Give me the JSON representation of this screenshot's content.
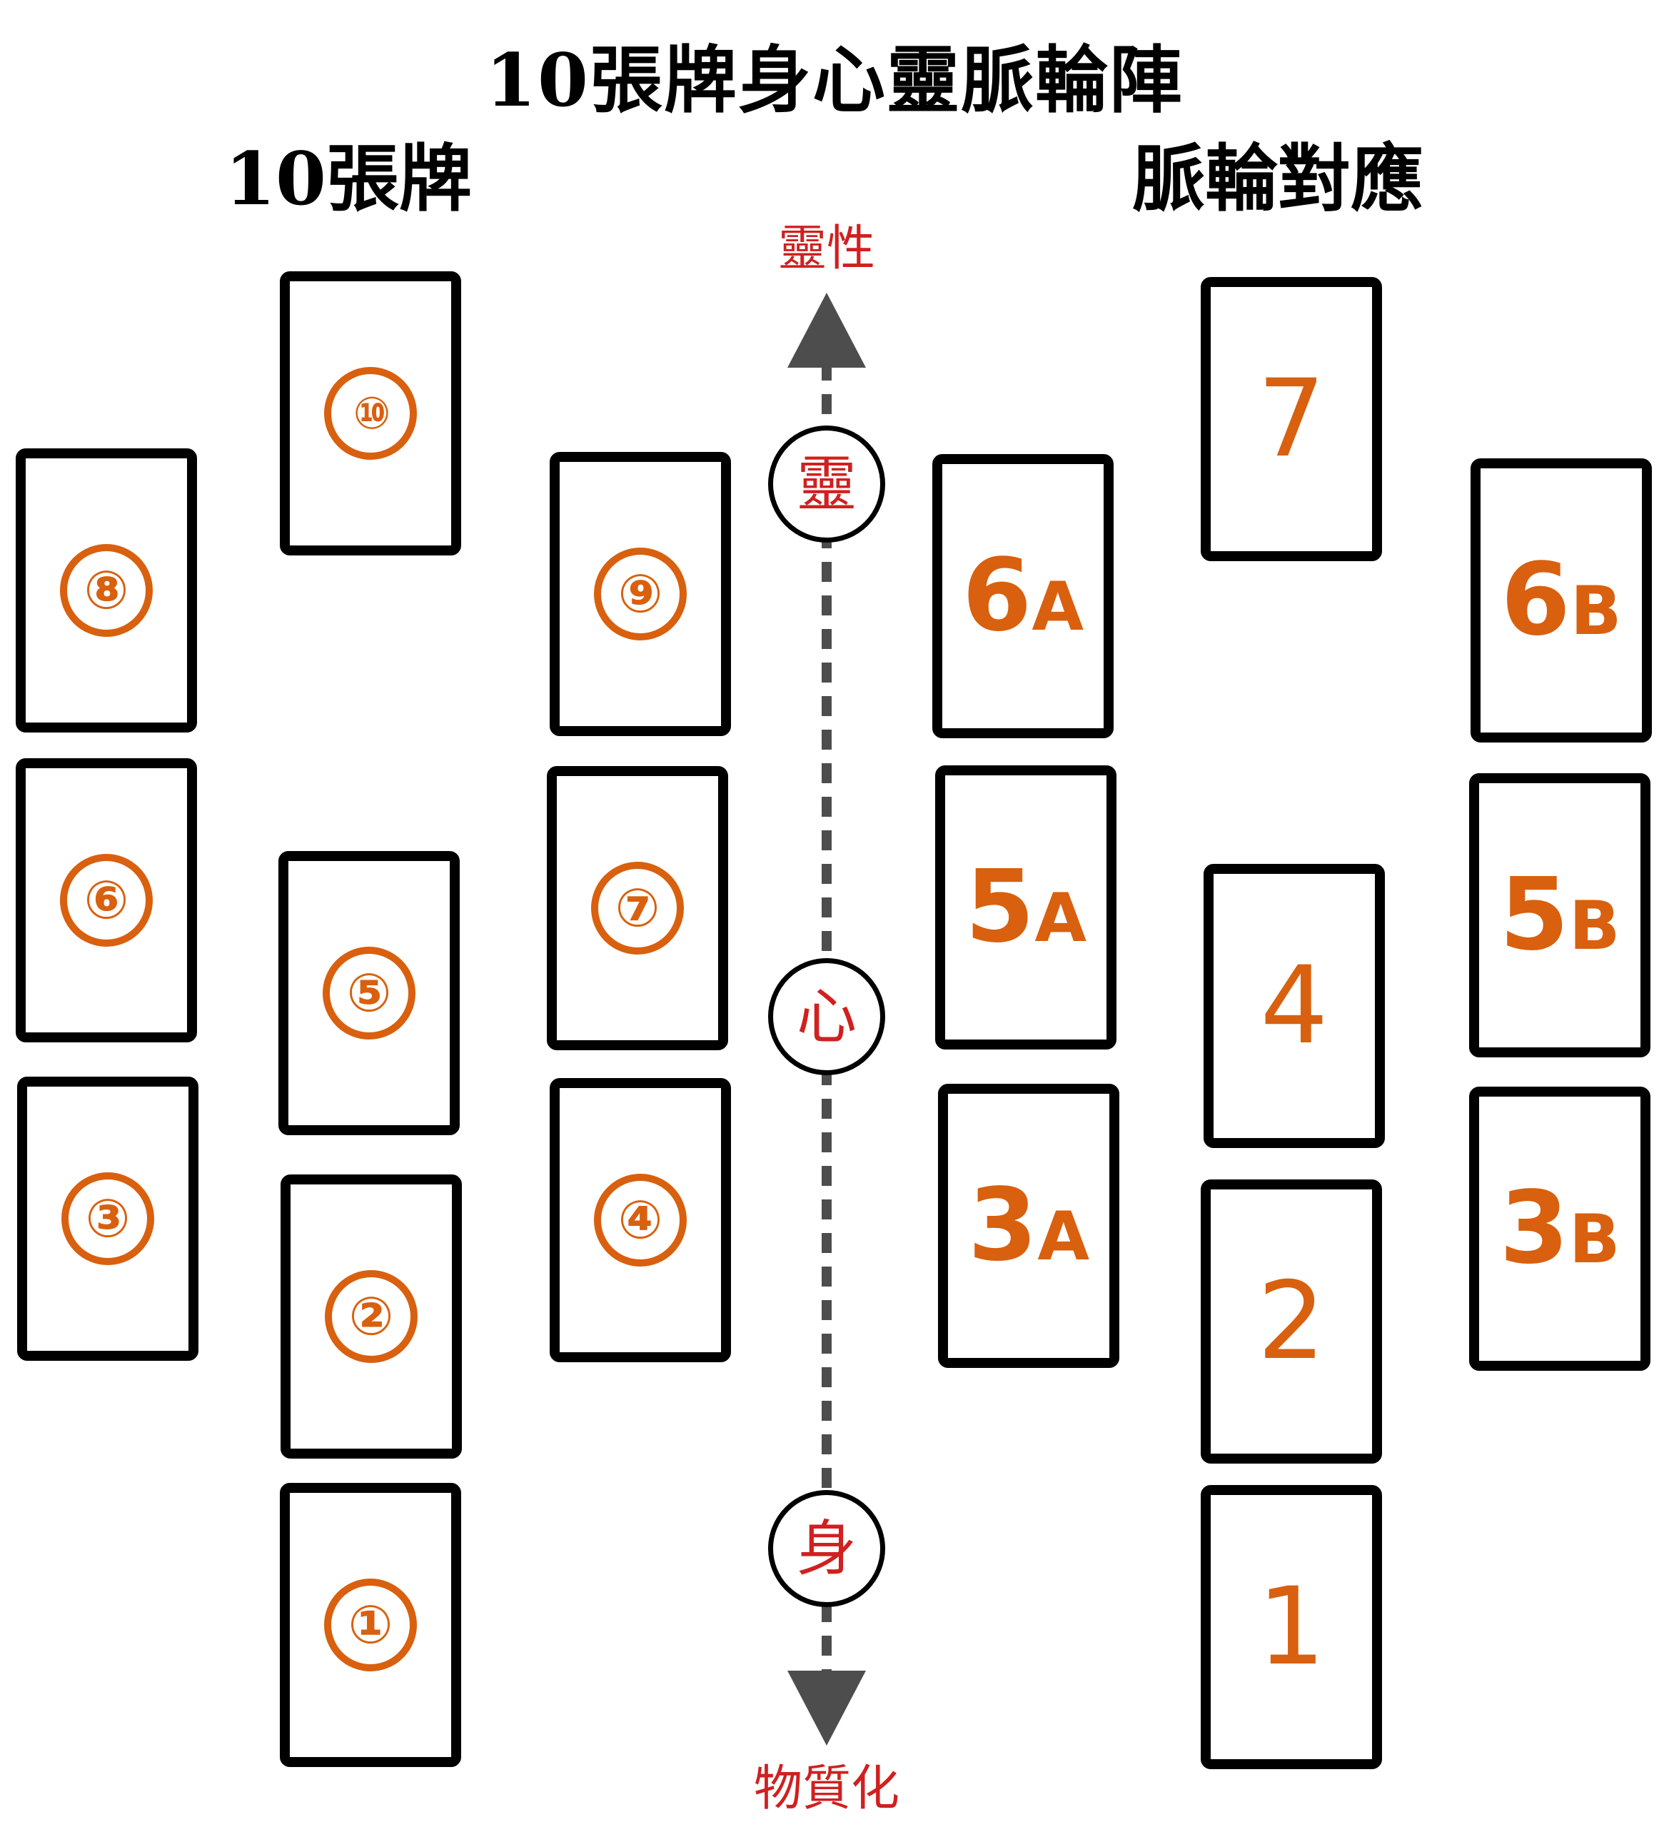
{
  "title": "10張牌身心靈脈輪陣",
  "left_heading": "10張牌",
  "right_heading": "脈輪對應",
  "axis": {
    "top_label": "靈性",
    "bottom_label": "物質化",
    "nodes": {
      "spirit": "靈",
      "heart": "心",
      "body": "身"
    }
  },
  "cards": {
    "c1": "①",
    "c2": "②",
    "c3": "③",
    "c4": "④",
    "c5": "⑤",
    "c6": "⑥",
    "c7": "⑦",
    "c8": "⑧",
    "c9": "⑨",
    "c10": "⑩"
  },
  "chakras": {
    "k1": "1",
    "k2": "2",
    "k4": "4",
    "k7": "7",
    "k3a_num": "3",
    "k3a_suf": "A",
    "k5a_num": "5",
    "k5a_suf": "A",
    "k6a_num": "6",
    "k6a_suf": "A",
    "k3b_num": "3",
    "k3b_suf": "B",
    "k5b_num": "5",
    "k5b_suf": "B",
    "k6b_num": "6",
    "k6b_suf": "B"
  },
  "colors": {
    "accent_orange": "#d9600e",
    "axis_red": "#d02020",
    "arrow_gray": "#4d4d4d",
    "outline": "#000000"
  }
}
